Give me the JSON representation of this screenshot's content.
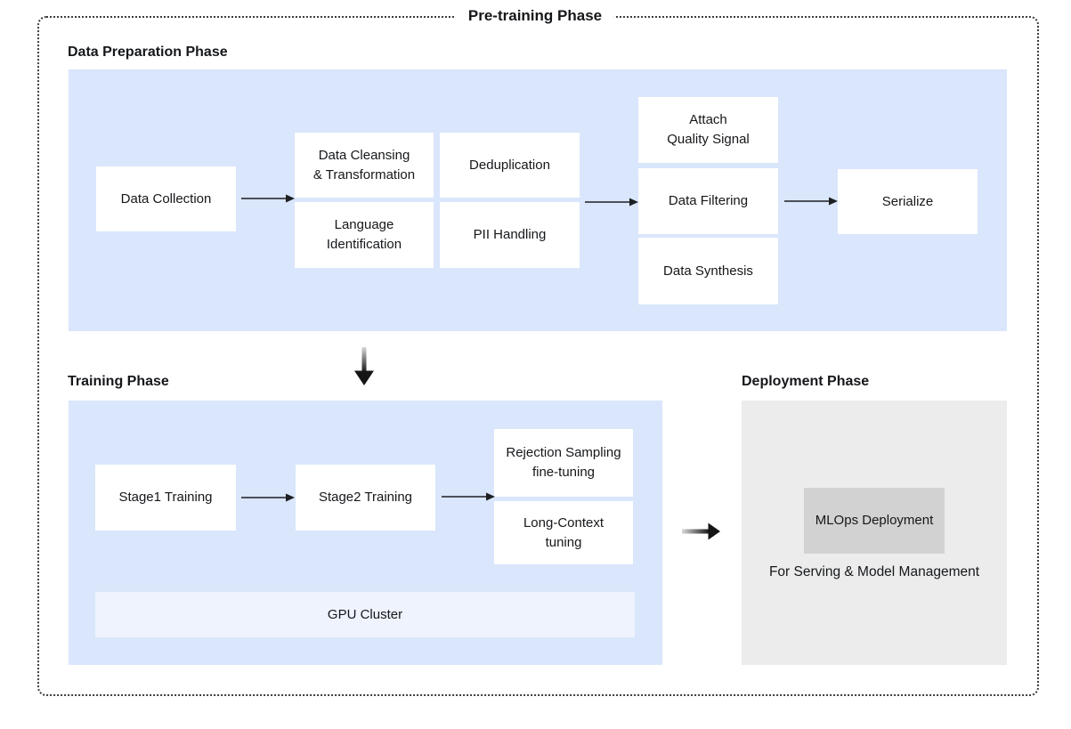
{
  "frame": {
    "title": "Pre-training Phase"
  },
  "colors": {
    "region_blue": "#d9e6fb",
    "region_gray": "#ececec",
    "node_white": "#ffffff",
    "gpu_bar": "#eef3fd",
    "mlops_box": "#d2d2d2",
    "text": "#15171a",
    "border_dotted": "#3c3c3c"
  },
  "data_preparation": {
    "label": "Data Preparation Phase",
    "nodes": {
      "data_collection": "Data Collection",
      "data_cleansing": "Data Cleansing\n& Transformation",
      "deduplication": "Deduplication",
      "language_identification": "Language\nIdentification",
      "pii_handling": "PII Handling",
      "attach_quality_signal": "Attach\nQuality Signal",
      "data_filtering": "Data Filtering",
      "data_synthesis": "Data Synthesis",
      "serialize": "Serialize"
    }
  },
  "training": {
    "label": "Training Phase",
    "nodes": {
      "stage1": "Stage1 Training",
      "stage2": "Stage2 Training",
      "rejection_sampling": "Rejection Sampling\nfine-tuning",
      "long_context": "Long-Context\ntuning",
      "gpu_cluster": "GPU Cluster"
    }
  },
  "deployment": {
    "label": "Deployment Phase",
    "nodes": {
      "mlops": "MLOps Deployment"
    },
    "caption": "For Serving & Model Management"
  }
}
